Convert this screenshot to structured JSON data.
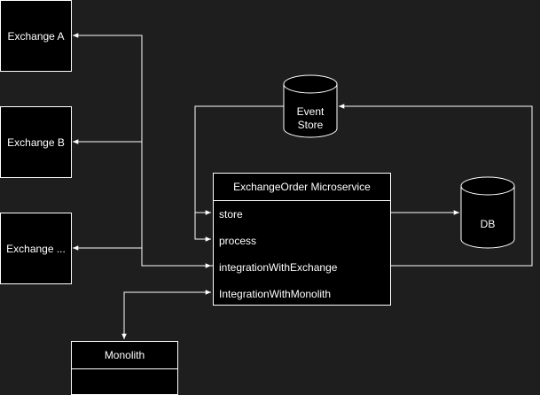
{
  "exchanges": [
    {
      "label": "Exchange A"
    },
    {
      "label": "Exchange B"
    },
    {
      "label": "Exchange ..."
    }
  ],
  "microservice": {
    "title": "ExchangeOrder Microservice",
    "rows": [
      "store",
      "process",
      "integrationWithExchange",
      "IntegrationWithMonolith"
    ]
  },
  "event_store": {
    "line1": "Event",
    "line2": "Store"
  },
  "db": {
    "label": "DB"
  },
  "monolith": {
    "title": "Monolith"
  },
  "colors": {
    "background": "#1e1e1e",
    "node_fill": "#000000",
    "stroke": "#ffffff",
    "text": "#ffffff"
  }
}
